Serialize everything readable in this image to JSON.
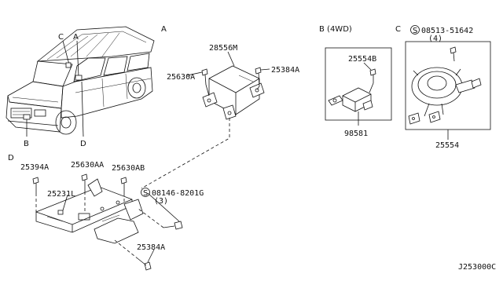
{
  "sections": {
    "a": "A",
    "b": "B (4WD)",
    "c": "C",
    "d": "D"
  },
  "vehicle_callouts": {
    "c": "C",
    "a": "A",
    "b": "B",
    "d": "D"
  },
  "parts": {
    "p28556M": "28556M",
    "p25630A": "25630A",
    "p25384A_top": "25384A",
    "p25554B": "25554B",
    "p98581": "98581",
    "p08513": "08513-51642",
    "p08513_qty": "(4)",
    "p25554": "25554",
    "p25394A": "25394A",
    "p25630AA": "25630AA",
    "p25630AB": "25630AB",
    "p25231L": "25231L",
    "p08146": "08146-8201G",
    "p08146_qty": "(3)",
    "p25384A_bottom": "25384A"
  },
  "screw_symbol": "S",
  "diagram_id": "J253000C"
}
